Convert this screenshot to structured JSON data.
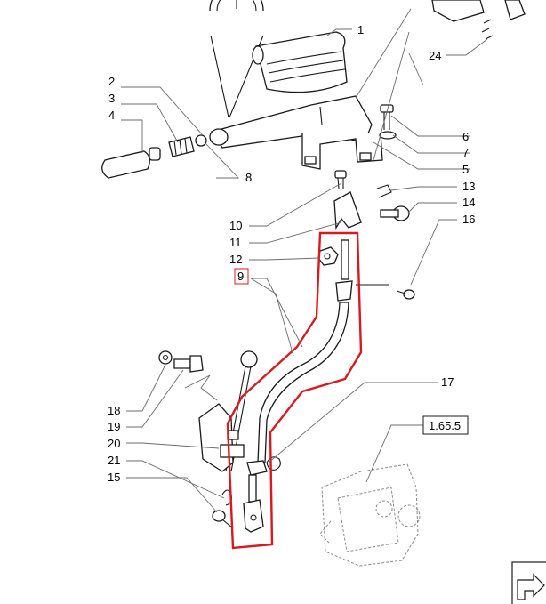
{
  "diagram": {
    "callouts": [
      {
        "id": "c1",
        "text": "1"
      },
      {
        "id": "c2",
        "text": "2"
      },
      {
        "id": "c3",
        "text": "3"
      },
      {
        "id": "c4",
        "text": "4"
      },
      {
        "id": "c5",
        "text": "5"
      },
      {
        "id": "c6",
        "text": "6"
      },
      {
        "id": "c7",
        "text": "7"
      },
      {
        "id": "c8",
        "text": "8"
      },
      {
        "id": "c9",
        "text": "9"
      },
      {
        "id": "c10",
        "text": "10"
      },
      {
        "id": "c11",
        "text": "11"
      },
      {
        "id": "c12",
        "text": "12"
      },
      {
        "id": "c13",
        "text": "13"
      },
      {
        "id": "c14",
        "text": "14"
      },
      {
        "id": "c15",
        "text": "15"
      },
      {
        "id": "c16",
        "text": "16"
      },
      {
        "id": "c17",
        "text": "17"
      },
      {
        "id": "c18",
        "text": "18"
      },
      {
        "id": "c19",
        "text": "19"
      },
      {
        "id": "c20",
        "text": "20"
      },
      {
        "id": "c21",
        "text": "21"
      },
      {
        "id": "c24",
        "text": "24"
      }
    ],
    "reference_box": "1.65.5",
    "highlight_color": "#d71920"
  }
}
